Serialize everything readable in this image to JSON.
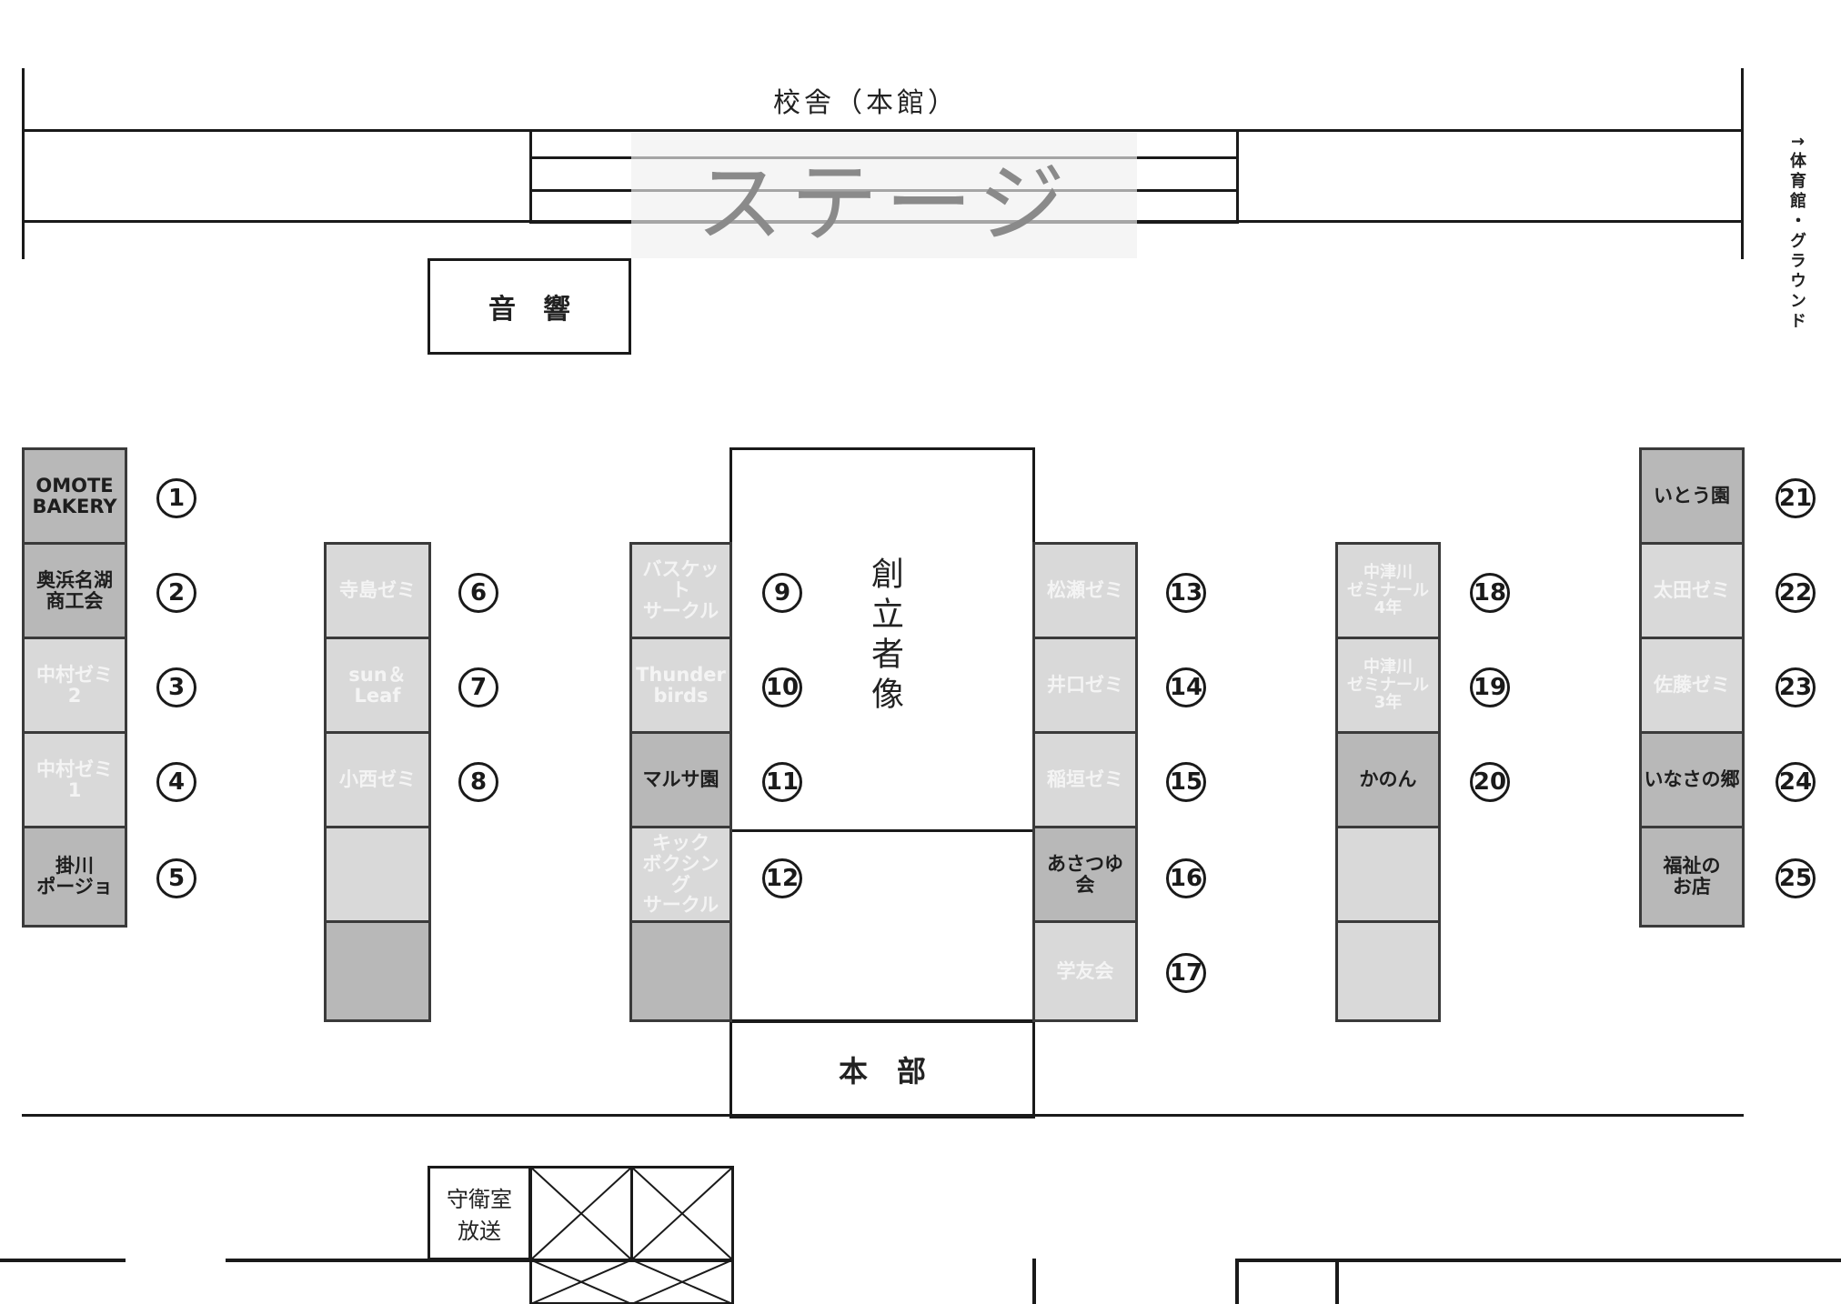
{
  "map": {
    "building_label": "校舎（本館）",
    "stage_label": "ステージ",
    "sound_label": "音　響",
    "gym_label": "↑体育館・グラウンド",
    "statue_label": "創立者像",
    "hq_label": "本　部",
    "guard_label_1": "守衛室",
    "guard_label_2": "放送"
  },
  "booths": {
    "b1": "OMOTE\nBAKERY",
    "b2": "奥浜名湖\n商工会",
    "b3": "中村ゼミ\n2",
    "b4": "中村ゼミ\n1",
    "b5": "掛川\nポージョ",
    "b6": "寺島ゼミ",
    "b7": "sun＆\nLeaf",
    "b8": "小西ゼミ",
    "b9": "バスケット\nサークル",
    "b10": "Thunder\nbirds",
    "b11": "マルサ園",
    "b12": "キック\nボクシング\nサークル",
    "b13": "松瀬ゼミ",
    "b14": "井口ゼミ",
    "b15": "稲垣ゼミ",
    "b16": "あさつゆ\n会",
    "b17": "学友会",
    "b18": "中津川\nゼミナール\n4年",
    "b19": "中津川\nゼミナール\n3年",
    "b20": "かのん",
    "b21": "いとう園",
    "b22": "太田ゼミ",
    "b23": "佐藤ゼミ",
    "b24": "いなさの郷",
    "b25": "福祉の\nお店"
  },
  "numbers": {
    "n1": "1",
    "n2": "2",
    "n3": "3",
    "n4": "4",
    "n5": "5",
    "n6": "6",
    "n7": "7",
    "n8": "8",
    "n9": "9",
    "n10": "10",
    "n11": "11",
    "n12": "12",
    "n13": "13",
    "n14": "14",
    "n15": "15",
    "n16": "16",
    "n17": "17",
    "n18": "18",
    "n19": "19",
    "n20": "20",
    "n21": "21",
    "n22": "22",
    "n23": "23",
    "n24": "24",
    "n25": "25"
  }
}
